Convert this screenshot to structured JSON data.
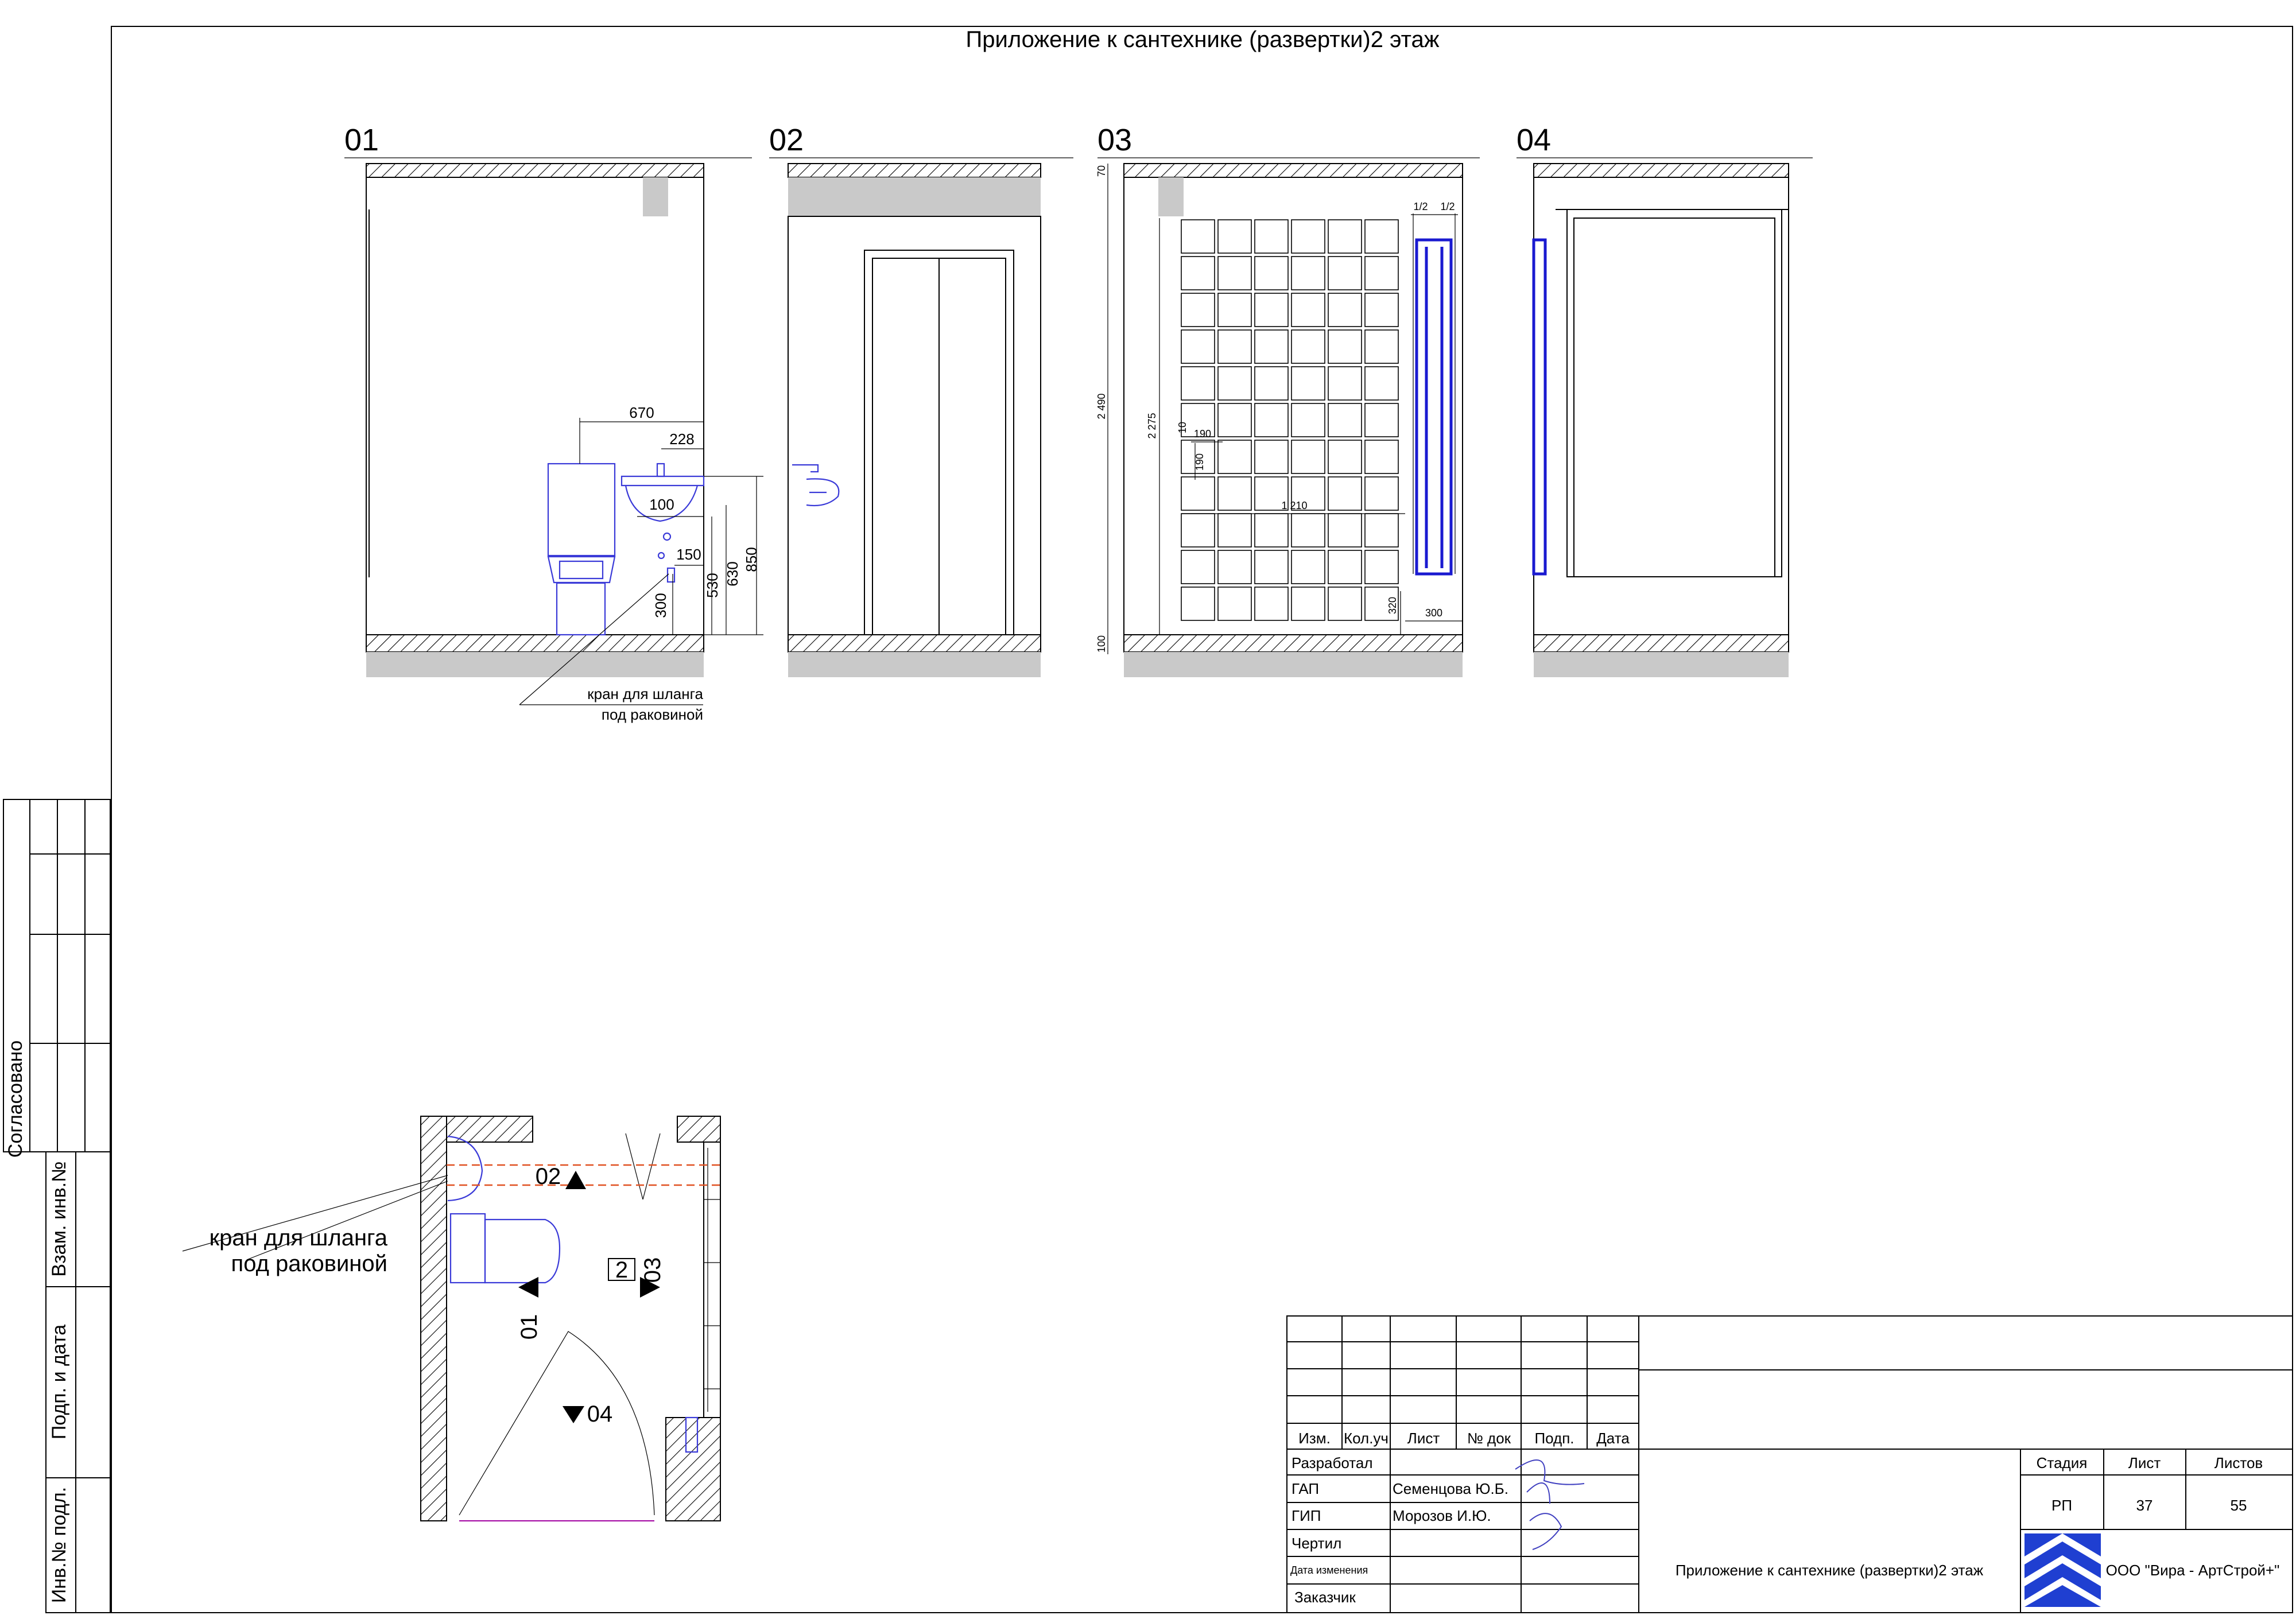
{
  "sheet": {
    "title": "Приложение к сантехнике (развертки)2 этаж"
  },
  "views": {
    "v01": "01",
    "v02": "02",
    "v03": "03",
    "v04": "04"
  },
  "dims01": {
    "d670": "670",
    "d228": "228",
    "d100": "100",
    "d150": "150",
    "d300": "300",
    "d530": "530",
    "d630": "630",
    "d850": "850",
    "note_line1": "кран для шланга",
    "note_line2": "под раковиной"
  },
  "dims03": {
    "d70": "70",
    "d2490": "2 490",
    "d2275": "2 275",
    "d10": "10",
    "d190a": "190",
    "d190b": "190",
    "d1210": "1 210",
    "d320": "320",
    "d300": "300",
    "d100": "100",
    "half1": "1/2",
    "half2": "1/2"
  },
  "plan": {
    "mark02": "02",
    "mark03": "03",
    "mark01": "01",
    "mark04": "04",
    "room": "2",
    "note_line1": "кран для шланга",
    "note_line2": "под раковиной"
  },
  "stamp": {
    "agreed": "Согласовано",
    "inv_replace": "Взам. инв.№",
    "sign_date": "Подп. и дата",
    "inv_orig": "Инв.№ подл."
  },
  "title_block": {
    "col_izm": "Изм.",
    "col_kol": "Кол.уч",
    "col_list": "Лист",
    "col_doc": "№ док",
    "col_sign": "Подп.",
    "col_date": "Дата",
    "row_dev": "Разработал",
    "row_gap": "ГАП",
    "row_gip": "ГИП",
    "row_draw": "Чертил",
    "row_change": "Дата изменения",
    "row_client": "Заказчик",
    "gap_name": "Семенцова Ю.Б.",
    "gip_name": "Морозов И.Ю.",
    "stage_label": "Стадия",
    "sheet_label": "Лист",
    "sheets_label": "Листов",
    "stage_value": "РП",
    "sheet_value": "37",
    "sheets_value": "55",
    "doc_title": "Приложение к сантехнике (развертки)2 этаж",
    "company": "ООО \"Вира - АртСтрой+\""
  }
}
